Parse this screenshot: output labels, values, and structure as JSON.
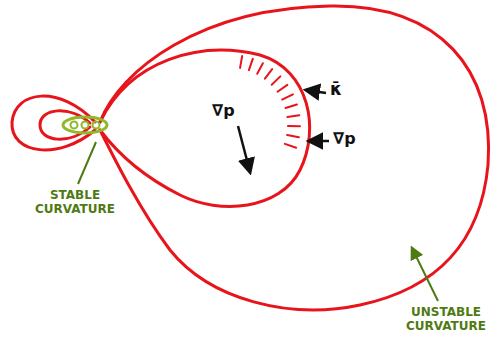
{
  "diagram": {
    "labels": [
      "κ̄",
      "∇p",
      "∇p",
      "STABLE CURVATURE",
      "UNSTABLE CURVATURE"
    ]
  }
}
